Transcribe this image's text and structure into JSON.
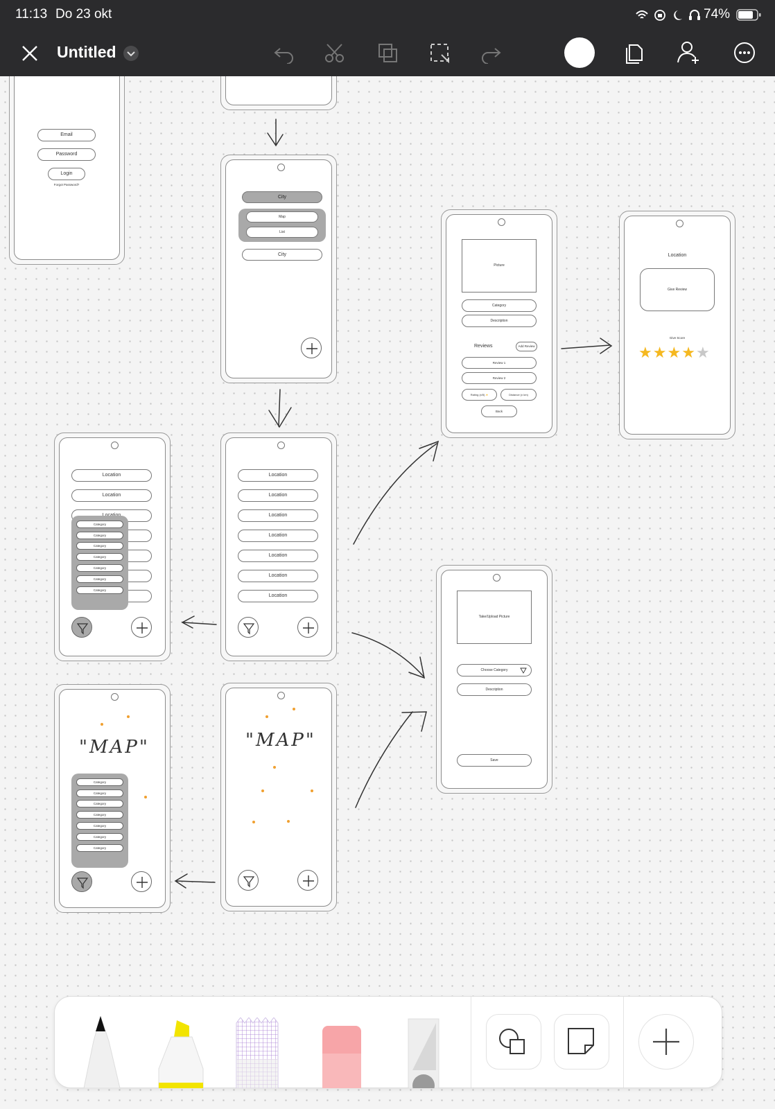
{
  "status_bar": {
    "time": "11:13",
    "date": "Do 23 okt",
    "battery": "74%"
  },
  "toolbar": {
    "title": "Untitled",
    "icons": [
      "close-icon",
      "chevron-down-icon",
      "undo-icon",
      "scissors-icon",
      "duplicate-icon",
      "select-icon",
      "redo-icon",
      "color-swatch",
      "pages-icon",
      "add-user-icon",
      "more-icon"
    ]
  },
  "frames": {
    "login": {
      "email": "Email",
      "password": "Password",
      "login": "Login",
      "forgot": "Forgot Password?"
    },
    "city_select": {
      "city_header": "City",
      "option_map": "Map",
      "option_list": "List",
      "city_field": "City"
    },
    "list_filter": {
      "locations": [
        "Location",
        "Location",
        "Location"
      ],
      "categories": [
        "Category",
        "Category",
        "Category",
        "Category",
        "Category",
        "Category",
        "Category"
      ]
    },
    "list": {
      "locations": [
        "Location",
        "Location",
        "Location",
        "Location",
        "Location",
        "Location",
        "Location"
      ]
    },
    "detail": {
      "picture": "Picture",
      "category": "Category",
      "description": "Description",
      "reviews": "Reviews",
      "add_review": "Add Review",
      "review1": "Review 1",
      "review2": "Review 2",
      "rating": "Rating (x/5)",
      "distance": "Distance (x km)",
      "back": "Back"
    },
    "review": {
      "location": "Location",
      "give_review": "Give Review",
      "give_score": "Give Score",
      "stars_filled": 4,
      "stars_total": 5
    },
    "add_location": {
      "picture": "Take/Upload Picture",
      "category": "Choose Category",
      "description": "Description",
      "save": "Save"
    },
    "map_filter": {
      "label": "\"MAP\"",
      "categories": [
        "Category",
        "Category",
        "Category",
        "Category",
        "Category",
        "Category",
        "Category"
      ]
    },
    "map": {
      "label": "\"MAP\""
    }
  },
  "tray": {
    "tools": [
      "pen-tool",
      "highlighter-tool",
      "pattern-tool",
      "eraser-tool",
      "ruler-tool"
    ],
    "buttons": [
      "shapes-button",
      "sticky-note-button",
      "add-button"
    ]
  },
  "colors": {
    "bar_bg": "#2b2b2d",
    "dot": "#f0a030",
    "star": "#f5b820",
    "highlighter": "#f2e400",
    "eraser": "#f7a5a8"
  }
}
